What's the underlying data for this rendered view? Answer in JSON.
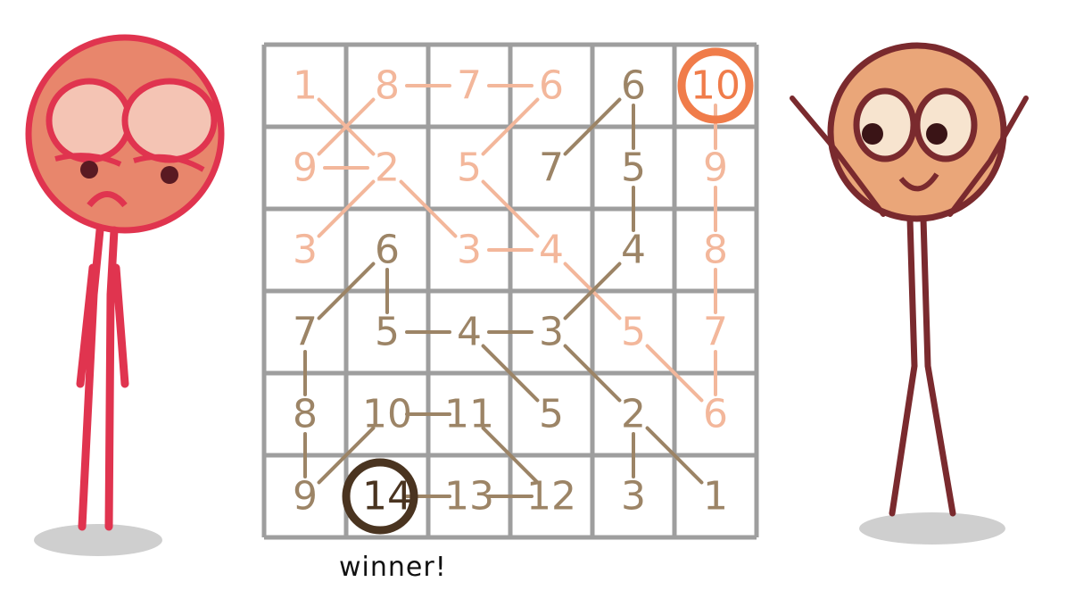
{
  "colors": {
    "grid": "#9e9e9e",
    "path_a": "#f3b79b",
    "path_b": "#9c8466",
    "highlight_a": "#f07c4a",
    "highlight_b": "#4a3420",
    "left_figure": "#e0344f",
    "left_face_fill": "#e8866c",
    "right_figure": "#7a2a2e",
    "right_face_fill": "#eaa679"
  },
  "board": {
    "rows": [
      [
        "1",
        "8",
        "7",
        "6",
        "6",
        "10"
      ],
      [
        "9",
        "2",
        "5",
        "7",
        "5",
        "9"
      ],
      [
        "3",
        "6",
        "3",
        "4",
        "4",
        "8"
      ],
      [
        "7",
        "5",
        "4",
        "3",
        "5",
        "7"
      ],
      [
        "8",
        "10",
        "11",
        "5",
        "2",
        "6"
      ],
      [
        "9",
        "14",
        "13",
        "12",
        "3",
        "1"
      ]
    ],
    "path_a_cells": [
      "0-0",
      "0-1",
      "0-2",
      "0-3",
      "0-5",
      "1-0",
      "1-1",
      "1-2",
      "1-5",
      "2-0",
      "2-2",
      "2-3",
      "2-5",
      "3-4",
      "3-5",
      "4-5"
    ],
    "path_a_moves": [
      [
        "0-0",
        "1-1"
      ],
      [
        "1-1",
        "1-0"
      ],
      [
        "0-1",
        "1-0"
      ],
      [
        "0-1",
        "0-2"
      ],
      [
        "0-2",
        "0-3"
      ],
      [
        "0-3",
        "1-2"
      ],
      [
        "1-1",
        "2-0"
      ],
      [
        "1-1",
        "2-2"
      ],
      [
        "2-2",
        "2-3"
      ],
      [
        "1-2",
        "2-3"
      ],
      [
        "2-3",
        "3-4"
      ],
      [
        "3-4",
        "4-5"
      ],
      [
        "0-5",
        "1-5"
      ],
      [
        "1-5",
        "2-5"
      ],
      [
        "2-5",
        "3-5"
      ],
      [
        "3-5",
        "4-5"
      ]
    ],
    "path_b_moves": [
      [
        "0-4",
        "1-3"
      ],
      [
        "0-4",
        "1-4"
      ],
      [
        "1-4",
        "2-4"
      ],
      [
        "2-4",
        "3-3"
      ],
      [
        "3-3",
        "3-2"
      ],
      [
        "3-2",
        "3-1"
      ],
      [
        "3-1",
        "2-1"
      ],
      [
        "2-1",
        "3-0"
      ],
      [
        "3-0",
        "4-0"
      ],
      [
        "4-0",
        "5-0"
      ],
      [
        "5-0",
        "4-1"
      ],
      [
        "4-1",
        "4-2"
      ],
      [
        "4-2",
        "5-3"
      ],
      [
        "5-3",
        "5-2"
      ],
      [
        "5-2",
        "5-1"
      ],
      [
        "3-3",
        "4-4"
      ],
      [
        "4-4",
        "5-4"
      ],
      [
        "4-4",
        "5-5"
      ],
      [
        "3-2",
        "4-3"
      ]
    ],
    "highlight_a_cell": "0-5",
    "highlight_b_cell": "5-1"
  },
  "caption": "winner!"
}
